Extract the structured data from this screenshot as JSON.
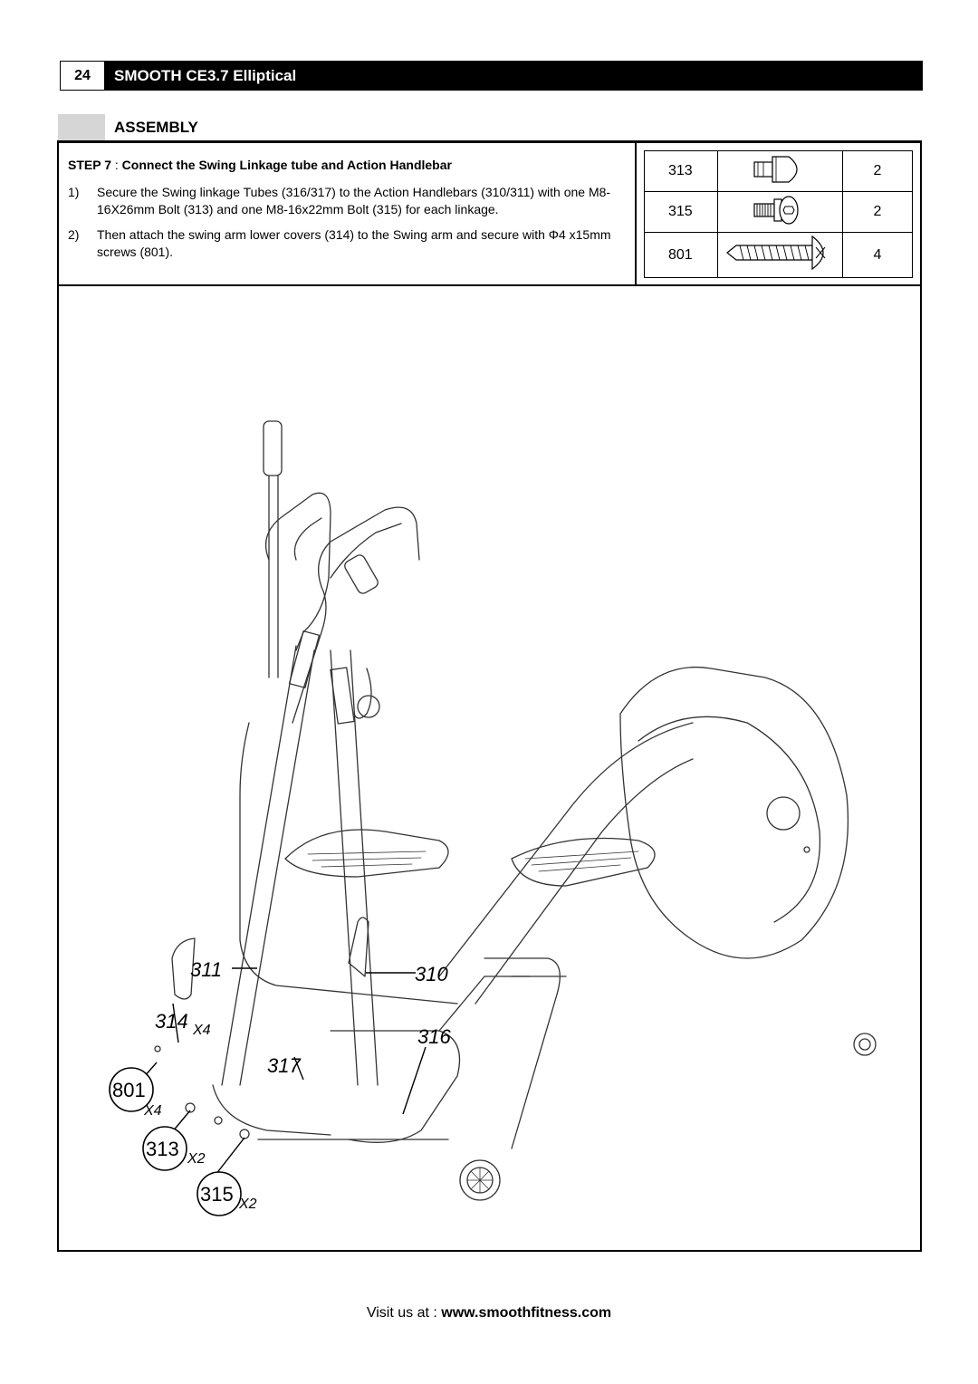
{
  "header": {
    "page_number": "24",
    "title": "SMOOTH CE3.7 Elliptical"
  },
  "section": {
    "title": "ASSEMBLY"
  },
  "step": {
    "label": "STEP 7",
    "separator": " : ",
    "title": "Connect the Swing Linkage tube and Action Handlebar",
    "instructions": [
      {
        "num": "1)",
        "text": "Secure the Swing linkage Tubes (316/317) to the Action Handlebars (310/311) with one M8-16X26mm Bolt (313) and one M8-16x22mm Bolt (315) for each linkage."
      },
      {
        "num": "2)",
        "text": "Then attach the swing arm lower covers (314) to the Swing arm and secure with Φ4 x15mm screws (801)."
      }
    ]
  },
  "parts": [
    {
      "code": "313",
      "qty": "2",
      "icon": "bolt-313-icon"
    },
    {
      "code": "315",
      "qty": "2",
      "icon": "bolt-315-icon"
    },
    {
      "code": "801",
      "qty": "4",
      "icon": "screw-801-icon"
    }
  ],
  "callouts": {
    "c311": "311",
    "c310": "310",
    "c314": "314",
    "c314_mult": "X4",
    "c316": "316",
    "c317": "317",
    "c801": "801",
    "c801_mult": "X4",
    "c313": "313",
    "c313_mult": "X2",
    "c315": "315",
    "c315_mult": "X2"
  },
  "footer": {
    "prefix": "Visit us at : ",
    "url": "www.smoothfitness.com"
  }
}
